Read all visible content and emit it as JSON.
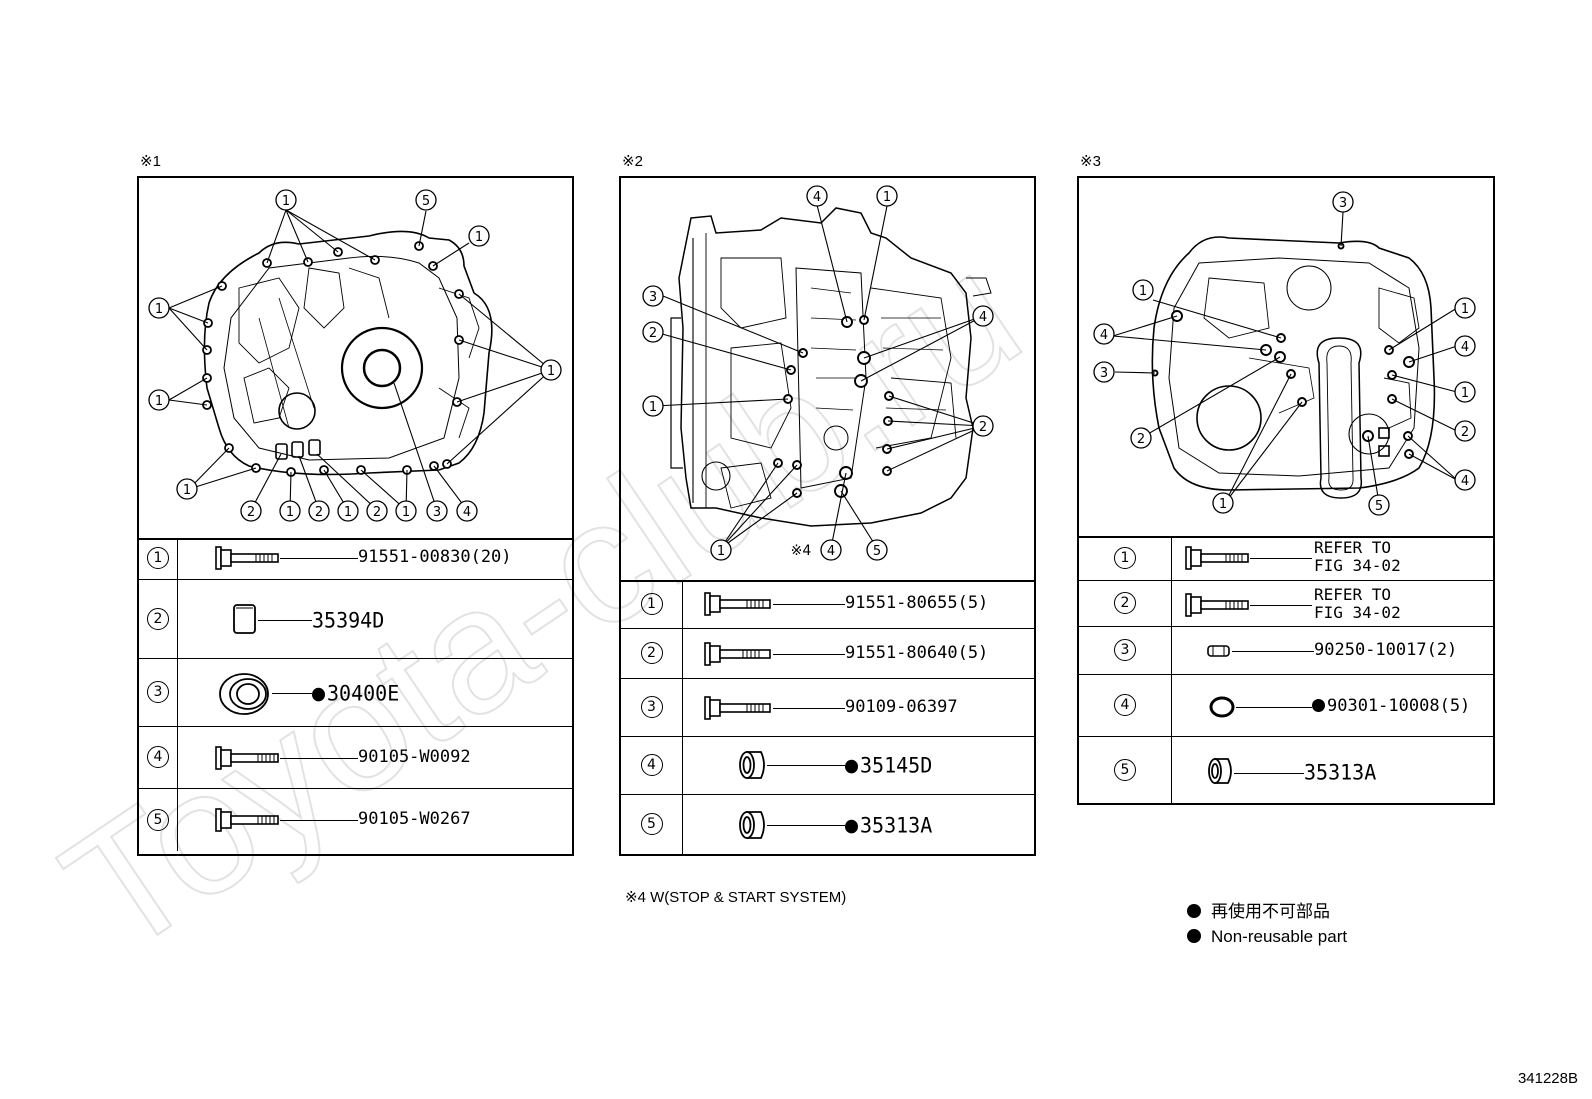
{
  "watermark_text": "Toyota-club.ru",
  "panel1": {
    "mark": "※1",
    "callouts": [
      "1",
      "5",
      "1",
      "1",
      "1",
      "1",
      "1",
      "2",
      "1",
      "2",
      "1",
      "2",
      "1",
      "3",
      "4"
    ],
    "rows": [
      {
        "no": "1",
        "pn": "91551-00830(20)",
        "nonreusable": false
      },
      {
        "no": "2",
        "pn": "35394D",
        "nonreusable": false
      },
      {
        "no": "3",
        "pn": "30400E",
        "nonreusable": true
      },
      {
        "no": "4",
        "pn": "90105-W0092",
        "nonreusable": false
      },
      {
        "no": "5",
        "pn": "90105-W0267",
        "nonreusable": false
      }
    ]
  },
  "panel2": {
    "mark": "※2",
    "callouts": [
      "4",
      "1",
      "3",
      "4",
      "2",
      "1",
      "2",
      "1",
      "4",
      "5"
    ],
    "sub_mark": "※4",
    "rows": [
      {
        "no": "1",
        "pn": "91551-80655(5)",
        "nonreusable": false
      },
      {
        "no": "2",
        "pn": "91551-80640(5)",
        "nonreusable": false
      },
      {
        "no": "3",
        "pn": "90109-06397",
        "nonreusable": false
      },
      {
        "no": "4",
        "pn": "35145D",
        "nonreusable": true
      },
      {
        "no": "5",
        "pn": "35313A",
        "nonreusable": true
      }
    ]
  },
  "panel3": {
    "mark": "※3",
    "callouts": [
      "3",
      "1",
      "4",
      "3",
      "1",
      "4",
      "1",
      "2",
      "2",
      "4",
      "1",
      "5"
    ],
    "rows": [
      {
        "no": "1",
        "pn_line1": "REFER TO",
        "pn_line2": "FIG 34-02",
        "nonreusable": false
      },
      {
        "no": "2",
        "pn_line1": "REFER TO",
        "pn_line2": "FIG 34-02",
        "nonreusable": false
      },
      {
        "no": "3",
        "pn": "90250-10017(2)",
        "nonreusable": false
      },
      {
        "no": "4",
        "pn": "90301-10008(5)",
        "nonreusable": true
      },
      {
        "no": "5",
        "pn": "35313A",
        "nonreusable": false
      }
    ]
  },
  "footnote": "※4 W(STOP & START SYSTEM)",
  "legend": {
    "jp": "再使用不可部品",
    "en": "Non-reusable part"
  },
  "ref_code": "341228B"
}
